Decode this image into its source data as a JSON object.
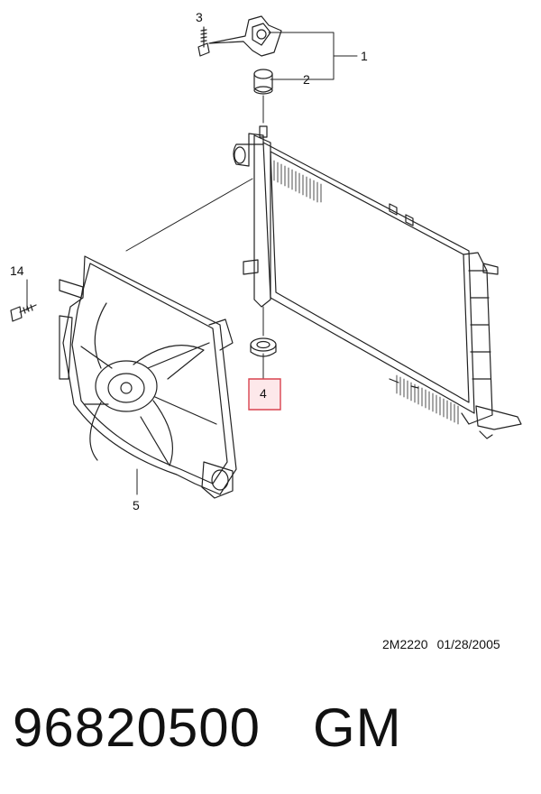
{
  "callouts": {
    "c1": "1",
    "c2": "2",
    "c3": "3",
    "c4": "4",
    "c5": "5",
    "c14": "14"
  },
  "highlight_color": "#d9434f",
  "highlight_fill": "#fde8ea",
  "reference": {
    "code": "2M2220",
    "date": "01/28/2005"
  },
  "part": {
    "number": "96820500",
    "brand": "GM"
  }
}
